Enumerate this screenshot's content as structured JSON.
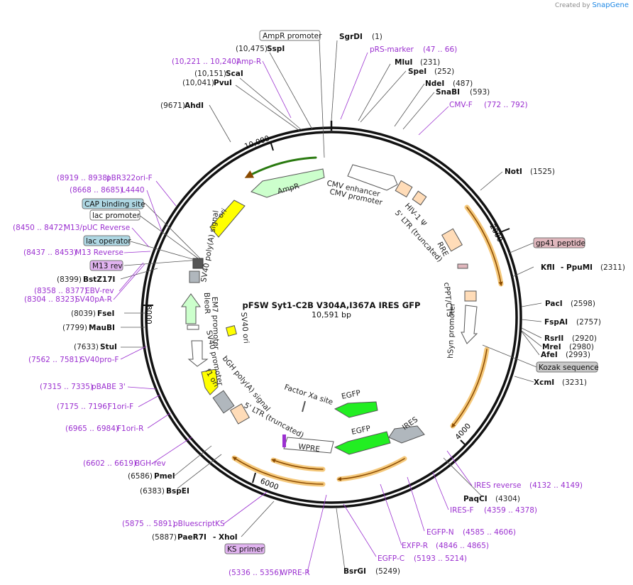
{
  "brand": {
    "created_by": "Created by",
    "name": "SnapGene"
  },
  "plasmid": {
    "name": "pFSW Syt1-C2B V304A,I367A IRES GFP",
    "length": "10,591 bp"
  },
  "ticks": [
    "10,000",
    "2000",
    "4000",
    "6000",
    "8000"
  ],
  "enzymes": [
    {
      "name": "SgrDI",
      "pos": "(1)"
    },
    {
      "name": "SspI",
      "pos": "(10,475)"
    },
    {
      "name": "ScaI",
      "pos": "(10,151)"
    },
    {
      "name": "PvuI",
      "pos": "(10,041)"
    },
    {
      "name": "AhdI",
      "pos": "(9671)"
    },
    {
      "name": "MluI",
      "pos": "(231)"
    },
    {
      "name": "SpeI",
      "pos": "(252)"
    },
    {
      "name": "NdeI",
      "pos": "(487)"
    },
    {
      "name": "SnaBI",
      "pos": "(593)"
    },
    {
      "name": "NotI",
      "pos": "(1525)"
    },
    {
      "name": "KflI",
      "pos": "(2311)"
    },
    {
      "name": "PacI",
      "pos": "(2598)"
    },
    {
      "name": "FspAI",
      "pos": "(2757)"
    },
    {
      "name": "RsrII",
      "pos": "(2920)"
    },
    {
      "name": "MreI",
      "pos": "(2980)"
    },
    {
      "name": "AfeI",
      "pos": "(2993)"
    },
    {
      "name": "XcmI",
      "pos": "(3231)"
    },
    {
      "name": "PaqCI",
      "pos": "(4304)"
    },
    {
      "name": "BsrGI",
      "pos": "(5249)"
    },
    {
      "name": "XhoI",
      "pos": "(5887)"
    },
    {
      "name": "PaeR7I",
      "pos": ""
    },
    {
      "name": "BspEI",
      "pos": "(6383)"
    },
    {
      "name": "PmeI",
      "pos": "(6586)"
    },
    {
      "name": "StuI",
      "pos": "(7633)"
    },
    {
      "name": "MauBI",
      "pos": "(7799)"
    },
    {
      "name": "FseI",
      "pos": "(8039)"
    },
    {
      "name": "BstZ17I",
      "pos": "(8399)"
    },
    {
      "name": "PpuMI",
      "pos": "(2311)"
    }
  ],
  "primers": [
    {
      "name": "pRS-marker",
      "range": "(47 .. 66)"
    },
    {
      "name": "Amp-R",
      "range": "(10,221 .. 10,240)"
    },
    {
      "name": "CMV-F",
      "range": "(772 .. 792)"
    },
    {
      "name": "pBR322ori-F",
      "range": "(8919 .. 8938)"
    },
    {
      "name": "L4440",
      "range": "(8668 .. 8685)"
    },
    {
      "name": "M13/pUC Reverse",
      "range": "(8450 .. 8472)"
    },
    {
      "name": "M13 Reverse",
      "range": "(8437 .. 8453)"
    },
    {
      "name": "EBV-rev",
      "range": "(8358 .. 8377)"
    },
    {
      "name": "SV40pA-R",
      "range": "(8304 .. 8323)"
    },
    {
      "name": "SV40pro-F",
      "range": "(7562 .. 7581)"
    },
    {
      "name": "pBABE 3'",
      "range": "(7315 .. 7335)"
    },
    {
      "name": "F1ori-F",
      "range": "(7175 .. 7196)"
    },
    {
      "name": "F1ori-R",
      "range": "(6965 .. 6984)"
    },
    {
      "name": "BGH-rev",
      "range": "(6602 .. 6619)"
    },
    {
      "name": "pBluescriptKS",
      "range": "(5875 .. 5891)"
    },
    {
      "name": "WPRE-R",
      "range": "(5336 .. 5356)"
    },
    {
      "name": "IRES reverse",
      "range": "(4132 .. 4149)"
    },
    {
      "name": "IRES-F",
      "range": "(4359 .. 4378)"
    },
    {
      "name": "EGFP-N",
      "range": "(4585 .. 4606)"
    },
    {
      "name": "EXFP-R",
      "range": "(4846 .. 4865)"
    },
    {
      "name": "EGFP-C",
      "range": "(5193 .. 5214)"
    }
  ],
  "boxes": [
    {
      "name": "AmpR promoter",
      "color": "#ffffff"
    },
    {
      "name": "CAP binding site",
      "color": "#aed7e3"
    },
    {
      "name": "lac promoter",
      "color": "#ffffff"
    },
    {
      "name": "lac operator",
      "color": "#aed7e3"
    },
    {
      "name": "M13 rev",
      "color": "#e1b3f0"
    },
    {
      "name": "gp41 peptide",
      "color": "#e0b7bd"
    },
    {
      "name": "Kozak sequence",
      "color": "#c8c8c8"
    },
    {
      "name": "KS primer",
      "color": "#e1b3f0"
    }
  ],
  "features": [
    "AmpR",
    "CMV enhancer",
    "CMV promoter",
    "HIV-1 Ψ",
    "5' LTR (truncated)",
    "RRE",
    "cPPT/CTS",
    "hSyn promoter",
    "IRES",
    "EGFP",
    "WPRE",
    "5' LTR (truncated)",
    "bGH poly(A) signal",
    "f1 ori",
    "SV40 promoter",
    "EM7 promoter",
    "BleoR",
    "SV40 ori",
    "SV40 poly(A) signal",
    "ori",
    "Factor Xa site",
    "EGFP"
  ],
  "colors": {
    "purple": "#9b30d0",
    "backbone": "#111111",
    "orange_arc": "#f5c87a",
    "egfp": "#22ee22",
    "ori": "#ffff00"
  }
}
